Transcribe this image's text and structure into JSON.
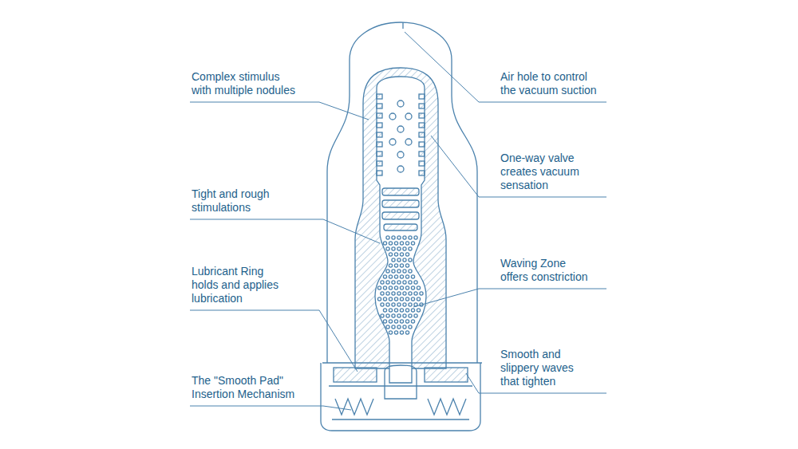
{
  "diagram": {
    "labels": [
      "Complex stimulus with multiple nodules",
      "Air hole to control the vacuum suction",
      "One-way valve creates vacuum sensation",
      "Tight and rough stimulations",
      "Waving Zone offers constriction",
      "Lubricant Ring holds and applies lubrication",
      "Smooth and slippery waves that tighten",
      "The \"Smooth Pad\" Insertion Mechanism"
    ]
  }
}
